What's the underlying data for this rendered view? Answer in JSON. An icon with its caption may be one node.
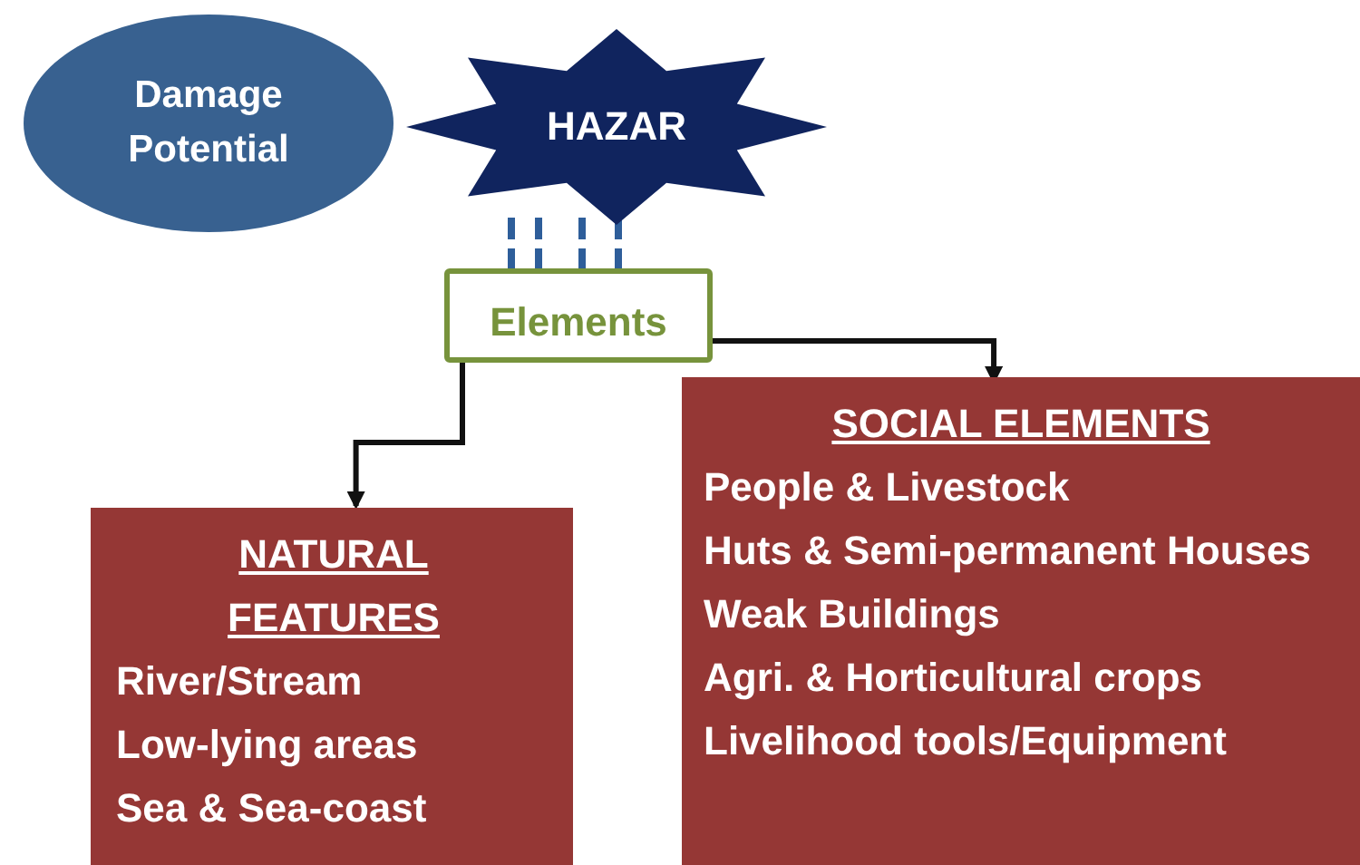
{
  "diagram": {
    "nodes": [
      {
        "text": [
          "Damage Potential"
        ]
      },
      {
        "text": [
          "HAZAR"
        ]
      },
      {
        "text": [
          "Elements"
        ]
      },
      {
        "text": [
          "NATURAL FEATURES",
          "River/Stream",
          "Low-lying areas",
          "Sea & Sea-coast"
        ]
      },
      {
        "text": [
          "SOCIAL ELEMENTS",
          "People & Livestock",
          "Huts & Semi-permanent Houses",
          "Weak Buildings",
          "Agri. & Horticultural crops",
          "Livelihood tools/Equipment"
        ]
      }
    ],
    "edges": [
      {
        "from": 1,
        "to": 2,
        "arrow": "none",
        "style": "dashed",
        "color": "#2e5e9a"
      },
      {
        "from": 1,
        "to": 2,
        "arrow": "none",
        "style": "dashed",
        "color": "#2e5e9a"
      },
      {
        "from": 1,
        "to": 2,
        "arrow": "none",
        "style": "dashed",
        "color": "#2e5e9a"
      },
      {
        "from": 1,
        "to": 2,
        "arrow": "none",
        "style": "dashed",
        "color": "#2e5e9a"
      },
      {
        "from": 2,
        "to": 3,
        "arrow": "to",
        "color": "#111111"
      },
      {
        "from": 2,
        "to": 4,
        "arrow": "to",
        "color": "#111111"
      }
    ]
  }
}
